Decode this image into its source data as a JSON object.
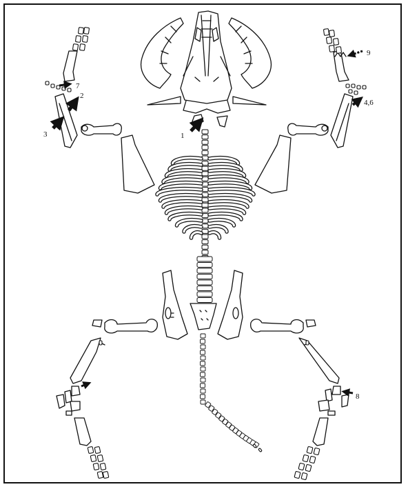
{
  "figure": {
    "subject": "skeleton",
    "labels": {
      "l1": "1",
      "l2": "2",
      "l3": "3",
      "l46": "4,6",
      "l7": "7",
      "l8": "8",
      "l9": "9"
    },
    "colors": {
      "ink": "#111111",
      "background": "#ffffff"
    }
  }
}
